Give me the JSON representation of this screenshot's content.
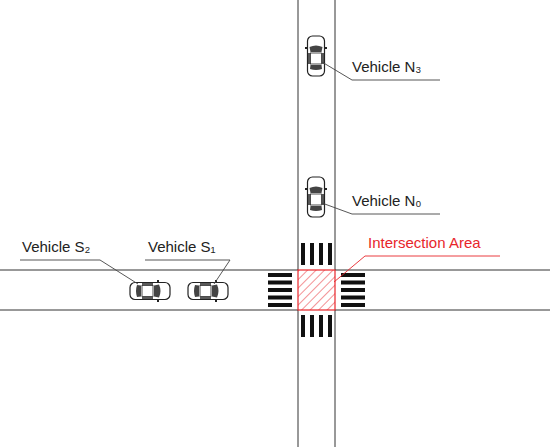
{
  "diagram": {
    "labels": [
      "Vehicle N₃",
      "Vehicle N₀",
      "Vehicle S₂",
      "Vehicle S₁",
      "Intersection Area"
    ]
  }
}
